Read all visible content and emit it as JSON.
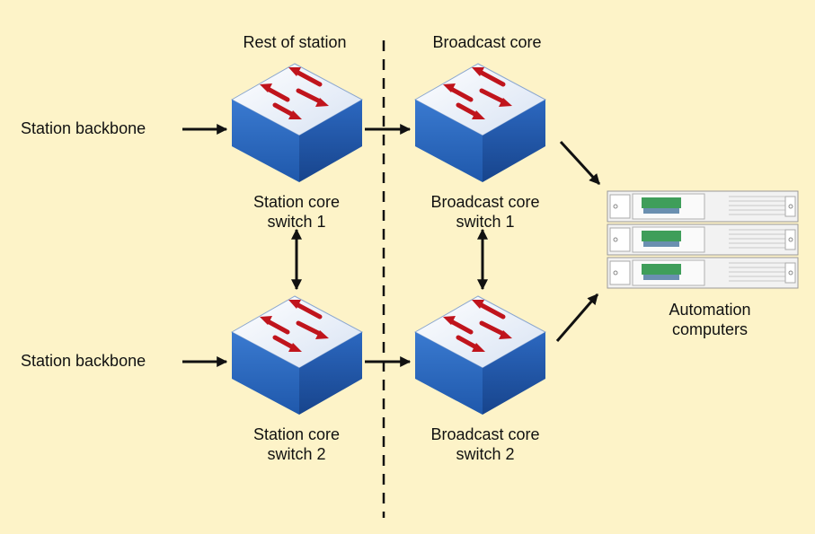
{
  "sections": {
    "left_heading": "Rest of station",
    "right_heading": "Broadcast core"
  },
  "inputs": {
    "backbone_1": "Station backbone",
    "backbone_2": "Station backbone"
  },
  "switches": [
    {
      "id": "station-core-switch-1",
      "line1": "Station core",
      "line2": "switch 1"
    },
    {
      "id": "station-core-switch-2",
      "line1": "Station core",
      "line2": "switch 2"
    },
    {
      "id": "broadcast-core-switch-1",
      "line1": "Broadcast core",
      "line2": "switch 1"
    },
    {
      "id": "broadcast-core-switch-2",
      "line1": "Broadcast core",
      "line2": "switch 2"
    }
  ],
  "automation": {
    "line1": "Automation",
    "line2": "computers"
  },
  "colors": {
    "background": "#fdf3c8",
    "switch_top": "#eef3fb",
    "switch_front": "#2a64b8",
    "switch_side": "#1d4d98",
    "switch_arrow": "#c0141c",
    "connector": "#111111",
    "server_panel": "#eeeeee",
    "server_board": "#3f9e5a"
  }
}
